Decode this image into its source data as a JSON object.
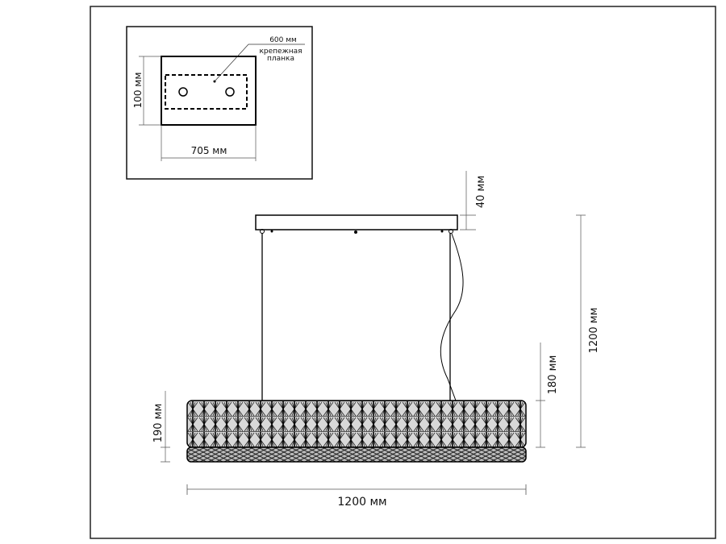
{
  "inset": {
    "bar_length": "600 мм",
    "bar_label_line1": "крепежная",
    "bar_label_line2": "планка",
    "height": "100 мм",
    "width": "705 мм"
  },
  "dimensions": {
    "canopy_height": "40 мм",
    "total_height": "1200 мм",
    "shade_height_right": "180 мм",
    "shade_height_left": "190 мм",
    "length": "1200 мм"
  }
}
